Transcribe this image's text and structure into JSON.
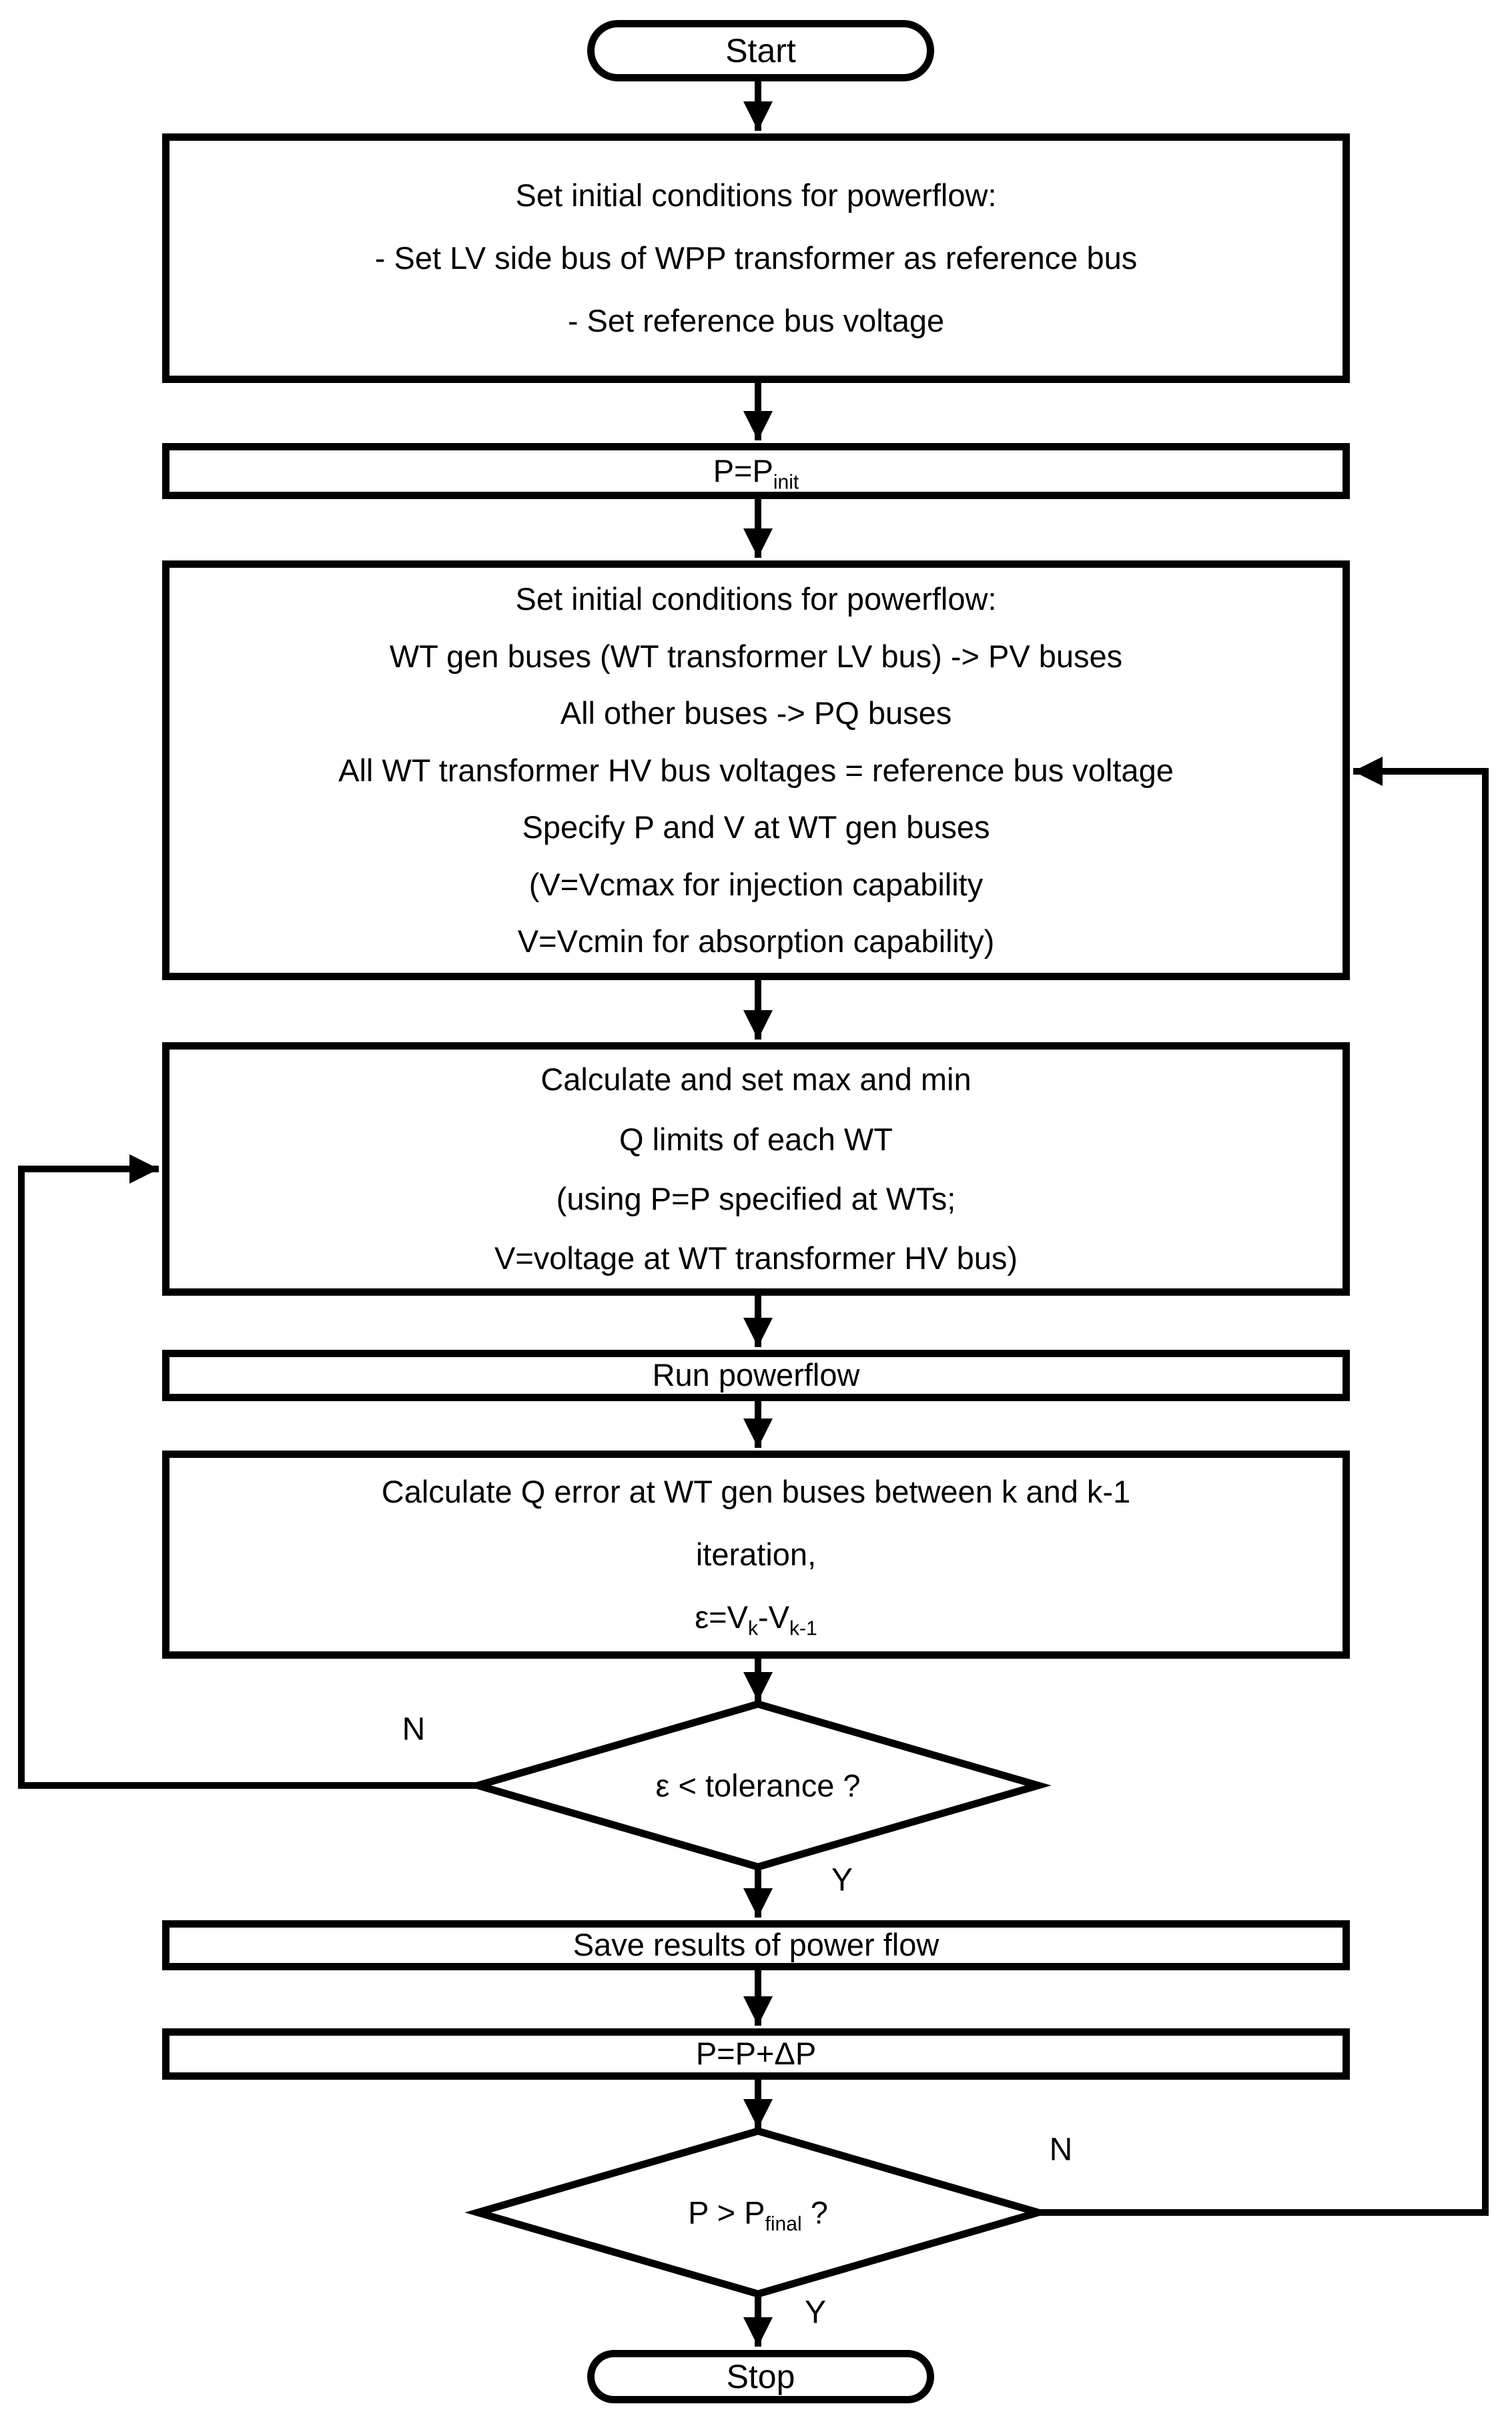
{
  "nodes": {
    "start": {
      "label": "Start"
    },
    "set_initial_reference": {
      "lines": [
        "Set initial conditions for powerflow:",
        "- Set LV side bus of WPP transformer as reference bus",
        "- Set reference bus voltage"
      ]
    },
    "p_init": {
      "base": "P=P",
      "sub": "init"
    },
    "set_initial_powerflow": {
      "lines": [
        "Set initial conditions for powerflow:",
        "WT gen buses (WT transformer LV bus) -> PV buses",
        "All other buses -> PQ buses",
        "All WT transformer HV bus voltages = reference bus voltage",
        "Specify P and V at WT gen buses",
        "(V=Vcmax for injection capability",
        "V=Vcmin for absorption capability)"
      ]
    },
    "q_limits": {
      "lines": [
        "Calculate and set max and min",
        "Q limits of each WT",
        "(using P=P specified at WTs;",
        "V=voltage at WT transformer HV bus)"
      ]
    },
    "run_powerflow": {
      "label": "Run powerflow"
    },
    "q_error": {
      "lines": [
        "Calculate Q error at WT gen buses between k and k-1",
        "iteration,"
      ],
      "formula": {
        "base": "ε=V",
        "sub1": "k",
        "mid": "-V",
        "sub2": "k-1"
      }
    },
    "tolerance_decision": {
      "label": "ε < tolerance ?",
      "no_label": "N",
      "yes_label": "Y"
    },
    "save_results": {
      "label": "Save results of power flow"
    },
    "p_step": {
      "label": "P=P+ΔP"
    },
    "final_decision": {
      "base": "P > P",
      "sub": "final",
      "suffix": " ?",
      "no_label": "N",
      "yes_label": "Y"
    },
    "stop": {
      "label": "Stop"
    }
  },
  "colors": {
    "stroke": "#000000",
    "fill": "#ffffff"
  }
}
